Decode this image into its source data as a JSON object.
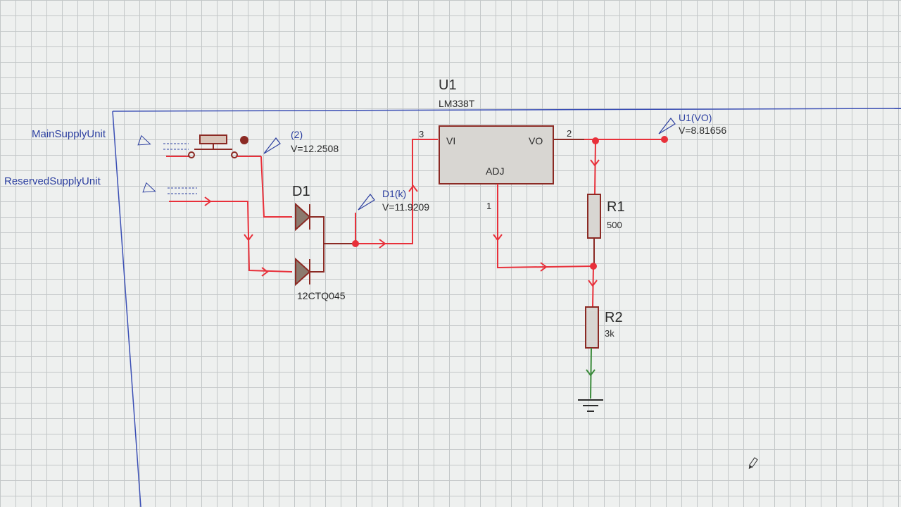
{
  "terminals": {
    "main_supply": "MainSupplyUnit",
    "reserved_supply": "ReservedSupplyUnit"
  },
  "probes": {
    "switch_out": {
      "name": "(2)",
      "value": "V=12.2508"
    },
    "diode_k": {
      "name": "D1(k)",
      "value": "V=11.9209"
    },
    "regulator_out": {
      "name": "U1(VO)",
      "value": "V=8.81656"
    }
  },
  "components": {
    "d1": {
      "ref": "D1",
      "part": "12CTQ045"
    },
    "u1": {
      "ref": "U1",
      "part": "LM338T",
      "pin_vi": "VI",
      "pin_vo": "VO",
      "pin_adj": "ADJ",
      "pin1": "1",
      "pin2": "2",
      "pin3": "3"
    },
    "r1": {
      "ref": "R1",
      "value": "500"
    },
    "r2": {
      "ref": "R2",
      "value": "3k"
    }
  },
  "colors": {
    "wire_active": "#e8303a",
    "component_body": "#8b2a24",
    "label_blue": "#2c3fa0",
    "sheet_border": "#3b4fb5",
    "ground_flow": "#3a8a3a",
    "grid": "#c3c7c8"
  }
}
